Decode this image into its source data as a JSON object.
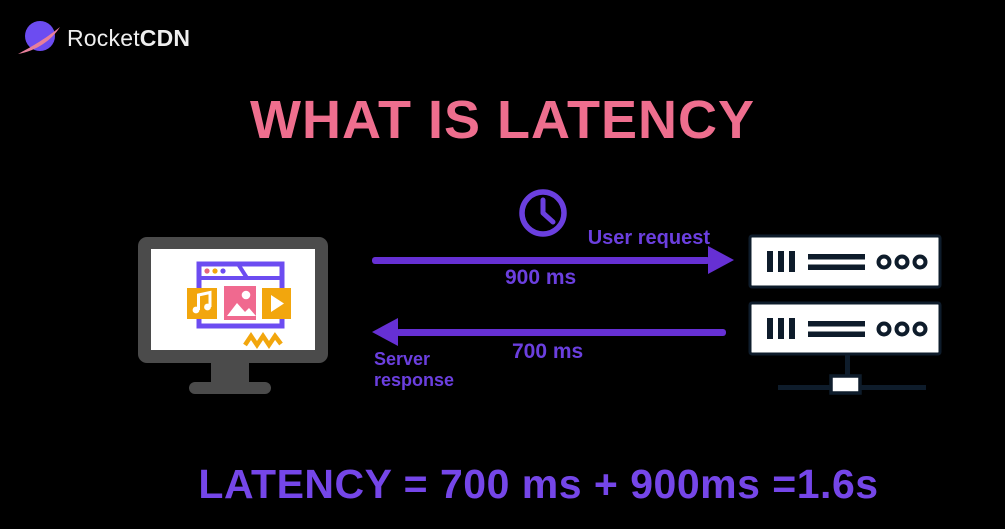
{
  "colors": {
    "bg": "#000000",
    "title-pink": "#EE6E8E",
    "formula-purple": "#7546E8",
    "label-purple": "#6B3FDF",
    "arrow-purple": "#6630D4",
    "frame-purple": "#6C4CF1",
    "ring-pink": "#E87F9B",
    "tile-yellow": "#F2A60D",
    "tile-pink": "#F0698F",
    "monitor-gray": "#4B4B4B",
    "server-navy": "#0E1C2B",
    "logo-text": "#EFEFEF"
  },
  "logo": {
    "brand_regular": "Rocket",
    "brand_bold": "CDN",
    "icon": "planet-ring-icon"
  },
  "title": {
    "text": "WHAT IS LATENCY"
  },
  "diagram": {
    "icons": {
      "clock": "clock-icon",
      "client": "desktop-monitor-media-browser-icon",
      "server": "server-rack-icon",
      "request_arrow": "arrow-right-icon",
      "response_arrow": "arrow-left-icon"
    },
    "request": {
      "label": "User request",
      "time": "900 ms"
    },
    "response": {
      "label": "Server response",
      "time": "700 ms"
    }
  },
  "formula": {
    "text": "LATENCY = 700 ms + 900ms =1.6s"
  }
}
